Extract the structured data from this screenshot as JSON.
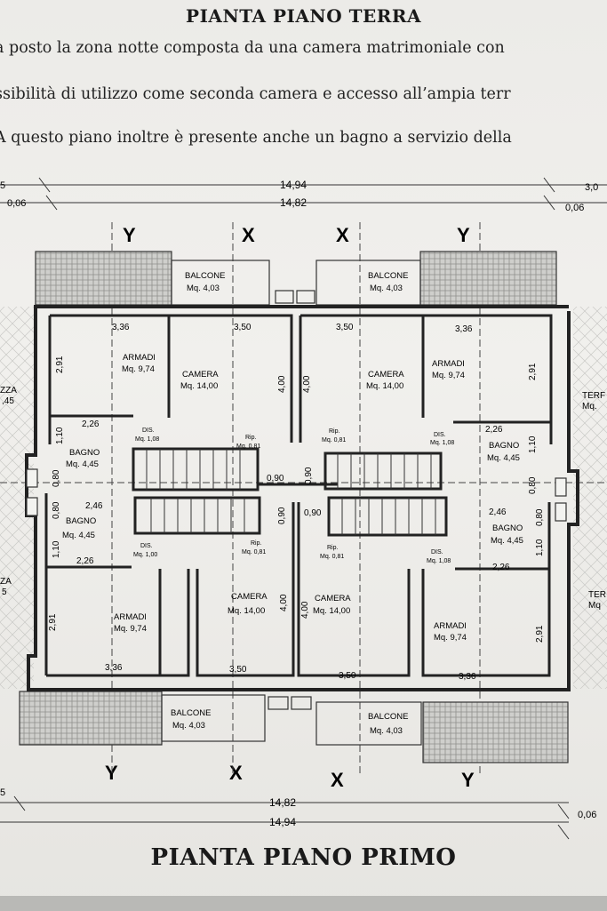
{
  "header": {
    "title": "PIANTA PIANO TERRA",
    "line1": "a posto la zona notte composta da una camera matrimoniale con",
    "line2": "ssibilità di utilizzo come seconda camera e accesso all’ampia terr",
    "line3": "A questo piano inoltre è presente anche un bagno a servizio della"
  },
  "dimensions": {
    "top_overall": "14,94",
    "top_inner": "14,82",
    "top_left_small": "0,06",
    "top_right_small": "0,06",
    "top_right_edge": "3,0",
    "top_left_edge": "5",
    "bottom_inner": "14,82",
    "bottom_overall": "14,94",
    "bottom_right_small": "0,06",
    "bottom_left_edge": "5"
  },
  "section_marks": {
    "top": [
      "Y",
      "X",
      "X",
      "Y"
    ],
    "bottom": [
      "Y",
      "X",
      "X",
      "Y"
    ]
  },
  "side_labels": {
    "left_top": [
      "ZZA",
      ",45"
    ],
    "left_bottom": [
      "ZA",
      "5"
    ],
    "right_top": [
      "TERF",
      "Mq."
    ],
    "right_bottom": [
      "TER",
      "Mq"
    ]
  },
  "rooms": {
    "balcone_tl": [
      "BALCONE",
      "Mq. 4,03"
    ],
    "balcone_tr": [
      "BALCONE",
      "Mq. 4,03"
    ],
    "balcone_bl": [
      "BALCONE",
      "Mq. 4,03"
    ],
    "balcone_br": [
      "BALCONE",
      "Mq. 4,03"
    ],
    "armadi_tl": [
      "ARMADI",
      "Mq. 9,74"
    ],
    "armadi_tr": [
      "ARMADI",
      "Mq. 9,74"
    ],
    "armadi_bl": [
      "ARMADI",
      "Mq. 9,74"
    ],
    "armadi_br": [
      "ARMADI",
      "Mq. 9,74"
    ],
    "camera_tl": [
      "CAMERA",
      "Mq. 14,00"
    ],
    "camera_tr": [
      "CAMERA",
      "Mq. 14,00"
    ],
    "camera_bl": [
      "CAMERA",
      "Mq. 14,00"
    ],
    "camera_br": [
      "CAMERA",
      "Mq. 14,00"
    ],
    "bagno_tl": [
      "BAGNO",
      "Mq. 4,45"
    ],
    "bagno_tr": [
      "BAGNO",
      "Mq. 4,45"
    ],
    "bagno_bl": [
      "BAGNO",
      "Mq. 4,45"
    ],
    "bagno_br": [
      "BAGNO",
      "Mq. 4,45"
    ],
    "dis_tl": [
      "DIS.",
      "Mq. 1,08"
    ],
    "dis_tr": [
      "DIS.",
      "Mq. 1,08"
    ],
    "dis_bl": [
      "DIS.",
      "Mq. 1,00"
    ],
    "dis_br": [
      "DIS.",
      "Mq. 1,08"
    ],
    "rip_tl": [
      "Rip.",
      "Mq. 0,81"
    ],
    "rip_tr": [
      "Rip.",
      "Mq. 0,81"
    ],
    "rip_bl": [
      "Rip.",
      "Mq. 0,81"
    ],
    "rip_br": [
      "Rip.",
      "Mq. 0,81"
    ]
  },
  "room_dims": {
    "w336": "3,36",
    "w350": "3,50",
    "h291": "2,91",
    "h400": "4,00",
    "w226": "2,26",
    "w246": "2,46",
    "h110": "1,10",
    "h080": "0,80",
    "w090": "0,90"
  },
  "footer": {
    "title": "PIANTA PIANO PRIMO"
  }
}
